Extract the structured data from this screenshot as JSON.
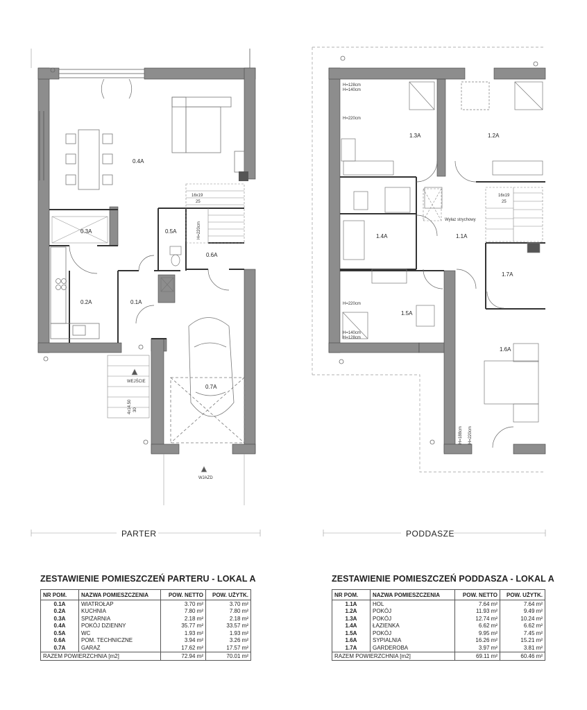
{
  "ground_floor": {
    "title": "PARTER",
    "room_labels": [
      "0.4A",
      "0.3A",
      "0.5A",
      "0.6A",
      "0.2A",
      "0.1A",
      "0.7A"
    ],
    "stair_label": "16x19",
    "stair_tread": "25",
    "entrance_label": "WEJŚCIE",
    "entrance_steps": "4x14.50",
    "entrance_depth": "30",
    "drive_label": "WJAZD",
    "height_note": "H=220cm"
  },
  "attic": {
    "title": "PODDASZE",
    "room_labels": [
      "1.3A",
      "1.2A",
      "1.4A",
      "1.1A",
      "1.7A",
      "1.5A",
      "1.6A"
    ],
    "stair_label": "16x19",
    "stair_tread": "25",
    "hatch_label": "Wyłaz strychowy",
    "heights": [
      "H=128cm",
      "H=140cm",
      "H=220cm",
      "H=220cm",
      "H=140cm",
      "H=128cm",
      "H=188cm",
      "H=220cm"
    ]
  },
  "ground_table": {
    "title": "ZESTAWIENIE POMIESZCZEŃ PARTERU - LOKAL A",
    "headers": [
      "NR POM.",
      "NAZWA POMIESZCZENIA",
      "POW. NETTO",
      "POW. UŻYTK."
    ],
    "rows": [
      [
        "0.1A",
        "WIATROŁAP",
        "3.70 m²",
        "3.70 m²"
      ],
      [
        "0.2A",
        "KUCHNIA",
        "7.80 m²",
        "7.80 m²"
      ],
      [
        "0.3A",
        "SPIŻARNIA",
        "2.18 m²",
        "2.18 m²"
      ],
      [
        "0.4A",
        "POKÓJ DZIENNY",
        "35.77 m²",
        "33.57 m²"
      ],
      [
        "0.5A",
        "WC",
        "1.93 m²",
        "1.93 m²"
      ],
      [
        "0.6A",
        "POM. TECHNICZNE",
        "3.94 m²",
        "3.26 m²"
      ],
      [
        "0.7A",
        "GARAŻ",
        "17.62 m²",
        "17.57 m²"
      ]
    ],
    "total_label": "RAZEM POWIERZCHNIA [m2]",
    "total_netto": "72.94 m²",
    "total_uzytk": "70.01 m²"
  },
  "attic_table": {
    "title": "ZESTAWIENIE POMIESZCZEŃ PODDASZA - LOKAL A",
    "headers": [
      "NR POM.",
      "NAZWA POMIESZCZENIA",
      "POW. NETTO",
      "POW. UŻYTK."
    ],
    "rows": [
      [
        "1.1A",
        "HOL",
        "7.64 m²",
        "7.64 m²"
      ],
      [
        "1.2A",
        "POKÓJ",
        "11.93 m²",
        "9.49 m²"
      ],
      [
        "1.3A",
        "POKÓJ",
        "12.74 m²",
        "10.24 m²"
      ],
      [
        "1.4A",
        "ŁAZIENKA",
        "6.62 m²",
        "6.62 m²"
      ],
      [
        "1.5A",
        "POKÓJ",
        "9.95 m²",
        "7.45 m²"
      ],
      [
        "1.6A",
        "SYPIALNIA",
        "16.26 m²",
        "15.21 m²"
      ],
      [
        "1.7A",
        "GARDEROBA",
        "3.97 m²",
        "3.81 m²"
      ]
    ],
    "total_label": "RAZEM POWIERZCHNIA [m2]",
    "total_netto": "69.11 m²",
    "total_uzytk": "60.46 m²"
  }
}
